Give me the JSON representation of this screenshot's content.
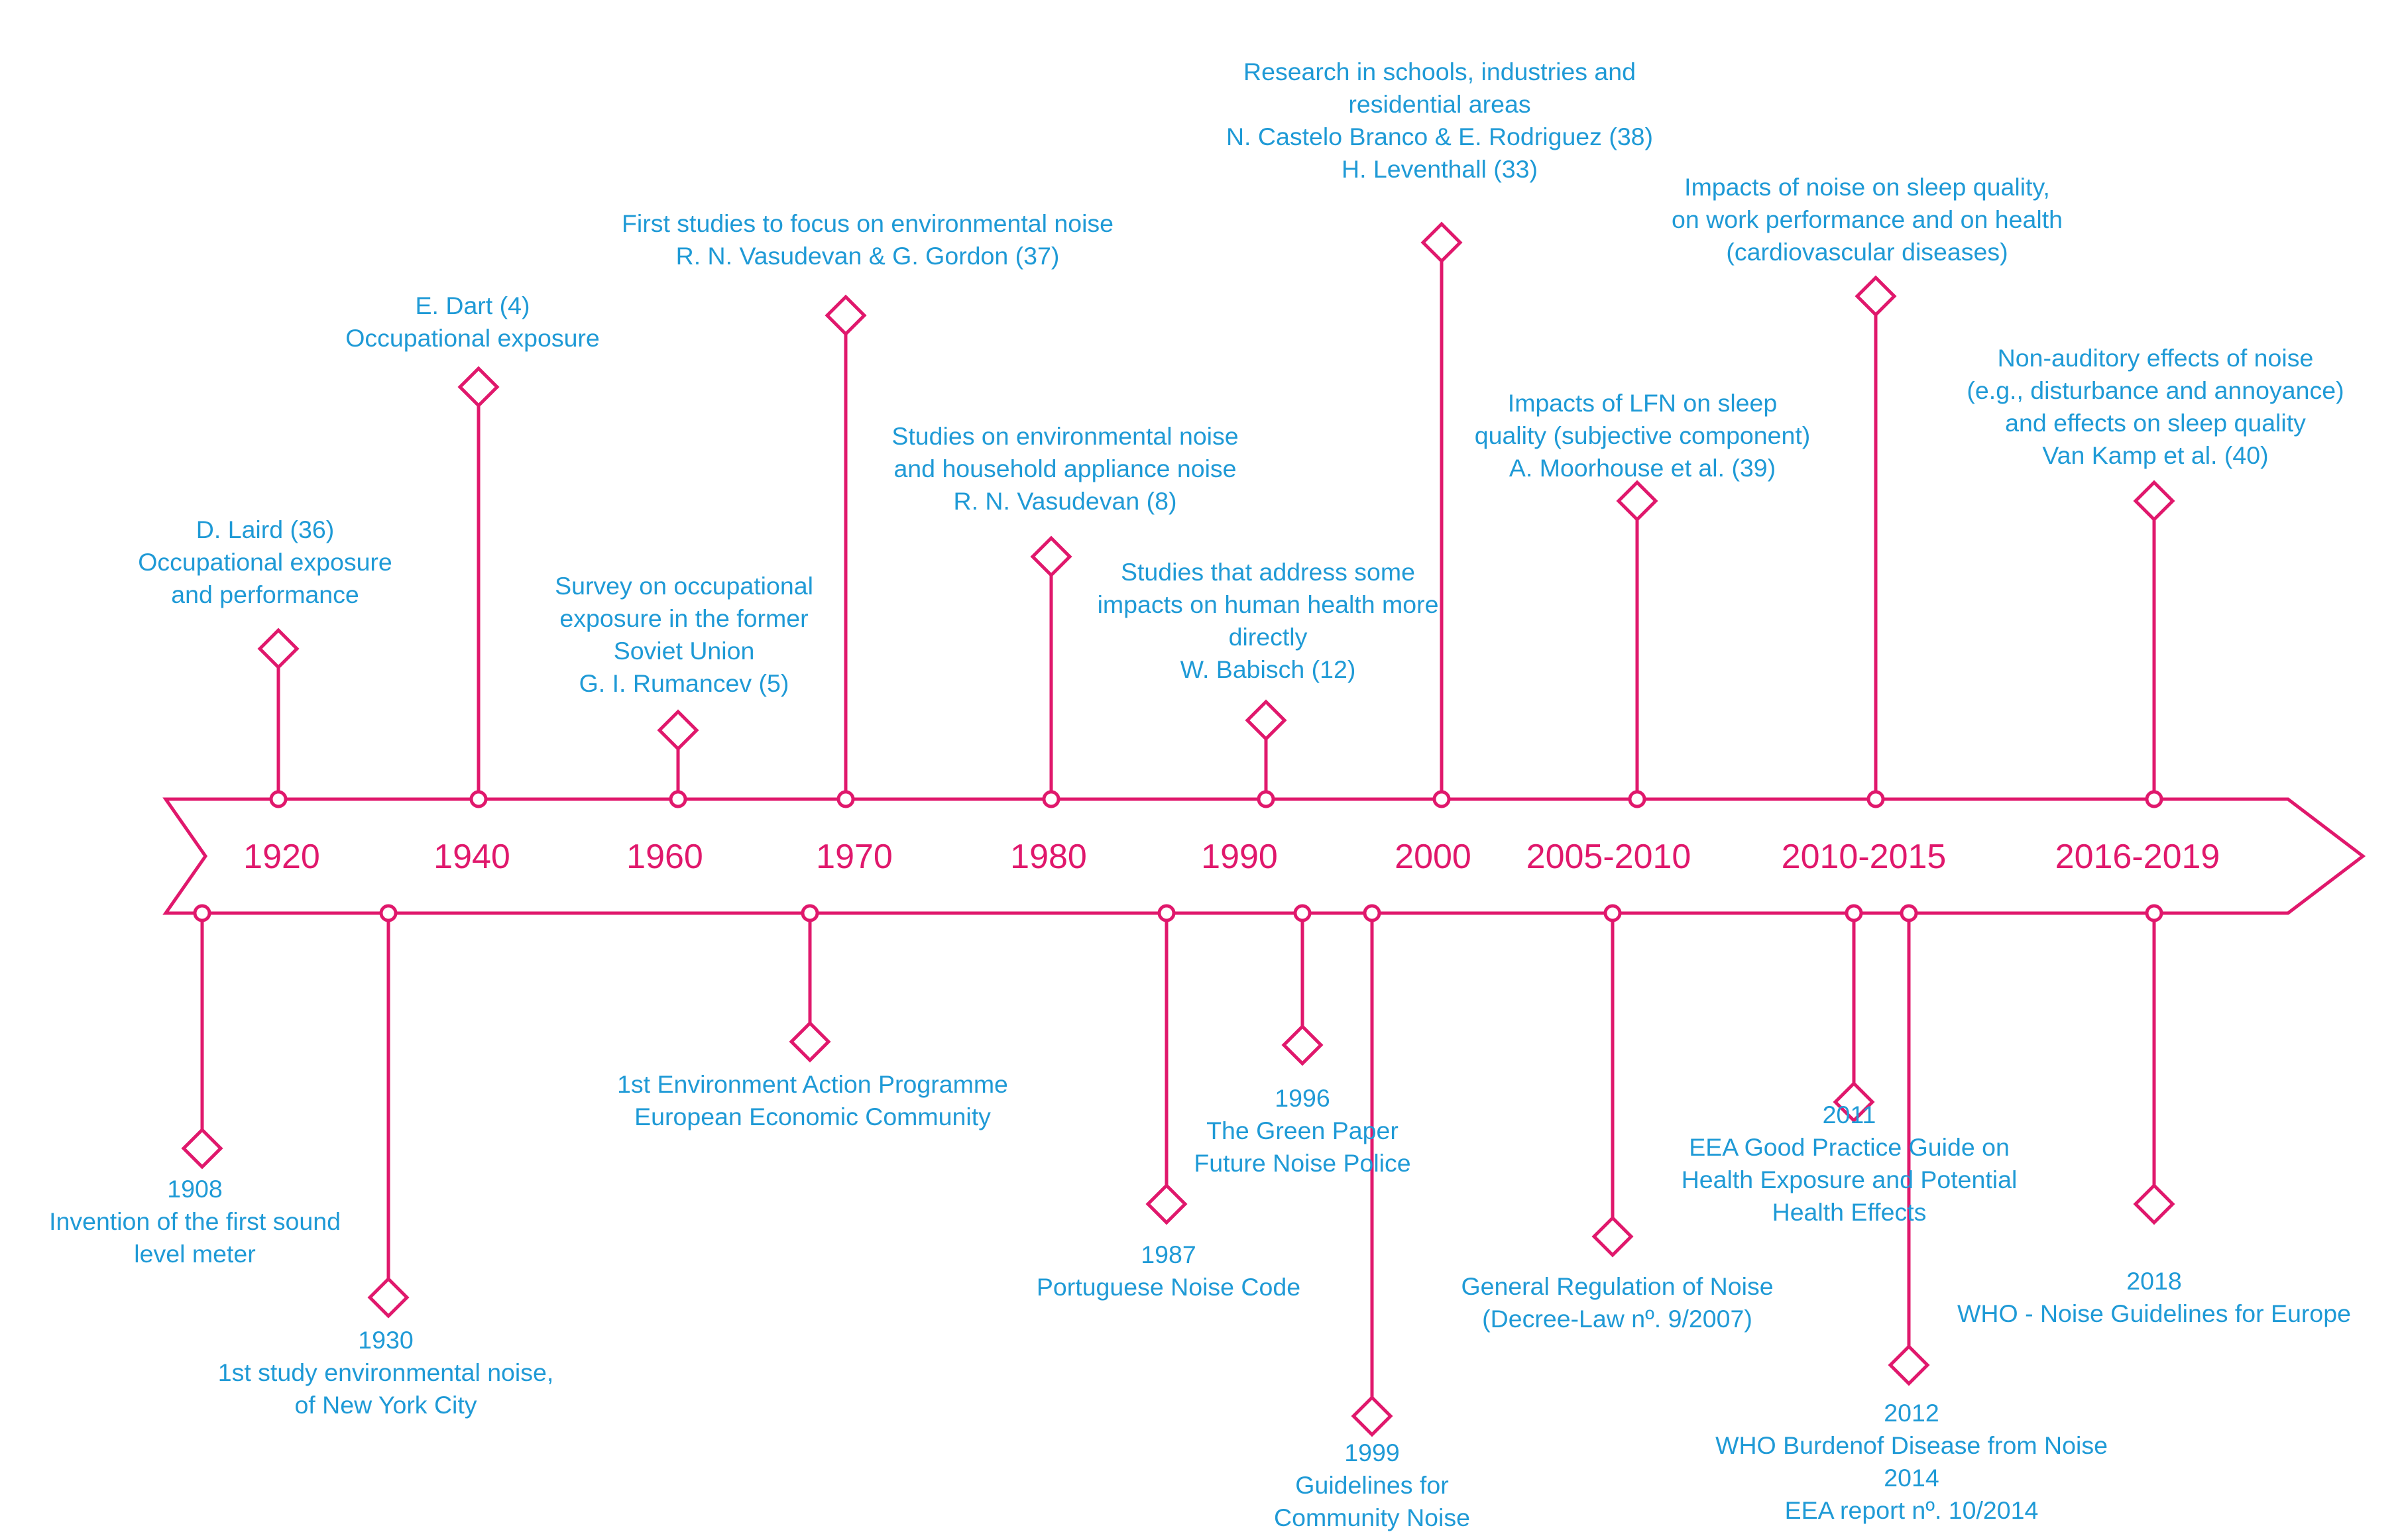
{
  "colors": {
    "accent": "#e0186c",
    "text": "#1f9ad6",
    "background": "#ffffff"
  },
  "eras": [
    "1920",
    "1940",
    "1960",
    "1970",
    "1980",
    "1990",
    "2000",
    "2005-2010",
    "2010-2015",
    "2016-2019"
  ],
  "above": [
    {
      "id": "laird",
      "lines": [
        "D. Laird (36)",
        "Occupational exposure",
        "and performance"
      ]
    },
    {
      "id": "dart",
      "lines": [
        "E. Dart (4)",
        "Occupational exposure"
      ]
    },
    {
      "id": "rumancev",
      "lines": [
        "Survey on occupational",
        "exposure in the former",
        "Soviet Union",
        "G. I. Rumancev (5)"
      ]
    },
    {
      "id": "first-env",
      "lines": [
        "First studies to focus on environmental noise",
        "R. N. Vasudevan & G. Gordon (37)"
      ]
    },
    {
      "id": "household",
      "lines": [
        "Studies on environmental noise",
        "and household appliance noise",
        "R. N. Vasudevan (8)"
      ]
    },
    {
      "id": "babisch",
      "lines": [
        "Studies that address some",
        "impacts on human health more",
        "directly",
        "W. Babisch (12)"
      ]
    },
    {
      "id": "schools",
      "lines": [
        "Research in schools, industries and",
        "residential areas",
        "N. Castelo Branco & E. Rodriguez (38)",
        "H. Leventhall (33)"
      ]
    },
    {
      "id": "lfn",
      "lines": [
        "Impacts of LFN on sleep",
        "quality (subjective component)",
        "A. Moorhouse et al. (39)"
      ]
    },
    {
      "id": "sleep",
      "lines": [
        "Impacts of noise on sleep quality,",
        "on work performance and on health",
        "(cardiovascular diseases)"
      ]
    },
    {
      "id": "nonauditory",
      "lines": [
        "Non-auditory effects of noise",
        "(e.g., disturbance and annoyance)",
        "and effects on sleep quality",
        "Van Kamp et al. (40)"
      ]
    }
  ],
  "below": [
    {
      "id": "1908",
      "lines": [
        "1908",
        "Invention of the first sound",
        "level meter"
      ]
    },
    {
      "id": "1930",
      "lines": [
        "1930",
        "1st study environmental noise,",
        "of New York City"
      ]
    },
    {
      "id": "eap",
      "lines": [
        "1st Environment Action Programme",
        "European Economic Community"
      ]
    },
    {
      "id": "1987",
      "lines": [
        "1987",
        "Portuguese Noise Code"
      ]
    },
    {
      "id": "1996",
      "lines": [
        "1996",
        "The Green Paper",
        "Future Noise Police"
      ]
    },
    {
      "id": "1999",
      "lines": [
        "1999",
        "Guidelines for",
        "Community Noise"
      ]
    },
    {
      "id": "regulation",
      "lines": [
        "General Regulation of Noise",
        "(Decree-Law nº. 9/2007)"
      ]
    },
    {
      "id": "2011",
      "lines": [
        "2011",
        "EEA Good Practice Guide on",
        "Health Exposure and Potential",
        "Health Effects"
      ]
    },
    {
      "id": "2012",
      "lines": [
        "2012",
        "WHO Burdenof Disease from Noise",
        "2014",
        "EEA report nº. 10/2014"
      ]
    },
    {
      "id": "2018",
      "lines": [
        "2018",
        "WHO - Noise Guidelines for Europe"
      ]
    }
  ]
}
